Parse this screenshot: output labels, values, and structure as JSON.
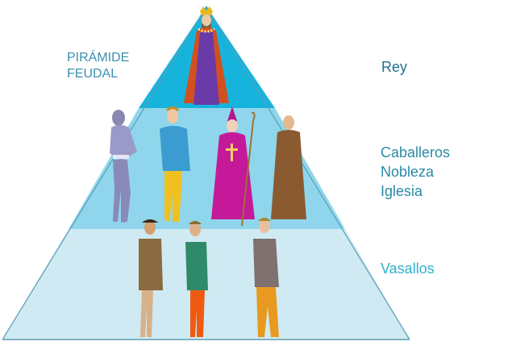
{
  "title": {
    "line1": "PIRÁMIDE",
    "line2": "FEUDAL"
  },
  "tiers": [
    {
      "id": "top",
      "labels": [
        "Rey"
      ],
      "color": "#16b4dd",
      "figures": [
        "king"
      ]
    },
    {
      "id": "middle",
      "labels": [
        "Caballeros",
        "Nobleza",
        "Iglesia"
      ],
      "color": "#8fd6ec",
      "figures": [
        "knight",
        "noble",
        "bishop",
        "monk"
      ]
    },
    {
      "id": "bottom",
      "labels": [
        "Vasallos"
      ],
      "color": "#cfeaf2",
      "figures": [
        "peasant-brown",
        "peasant-green",
        "peasant-grey"
      ]
    }
  ],
  "colors": {
    "title_text": "#3a8fb0",
    "rey_text": "#1f6f8f",
    "middle_text": "#2a8aa6",
    "vasallos_text": "#2fb1d1",
    "edge": "#5a9fb5"
  }
}
